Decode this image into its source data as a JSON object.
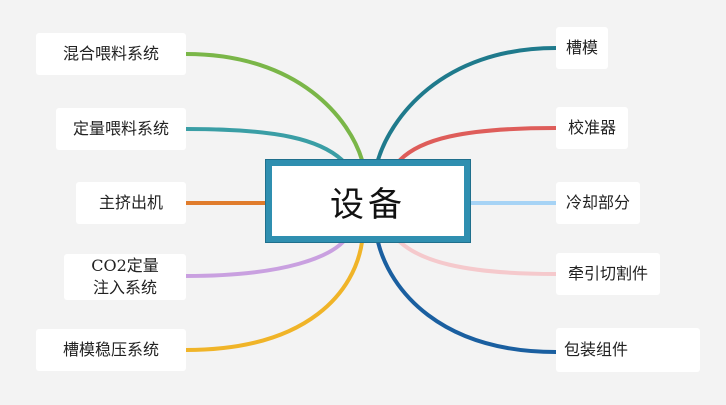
{
  "diagram": {
    "center": {
      "label": "设备",
      "border_color": "#2f8fb0"
    },
    "left_branches": [
      {
        "label": "混合喂料系统",
        "color": "#7ab648"
      },
      {
        "label": "定量喂料系统",
        "color": "#3a9ea5"
      },
      {
        "label": "主挤出机",
        "color": "#e07c2c"
      },
      {
        "label_line1": "CO2定量",
        "label_line2": "注入系统",
        "color": "#c9a0e0"
      },
      {
        "label": "槽模稳压系统",
        "color": "#f0b428"
      }
    ],
    "right_branches": [
      {
        "label": "槽模",
        "color": "#1f7a8c"
      },
      {
        "label": "校准器",
        "color": "#de5d5a"
      },
      {
        "label": "冷却部分",
        "color": "#a6d3f5"
      },
      {
        "label": "牵引切割件",
        "color": "#f5c9cc"
      },
      {
        "label": "包装组件",
        "color": "#1a5fa0"
      }
    ]
  }
}
